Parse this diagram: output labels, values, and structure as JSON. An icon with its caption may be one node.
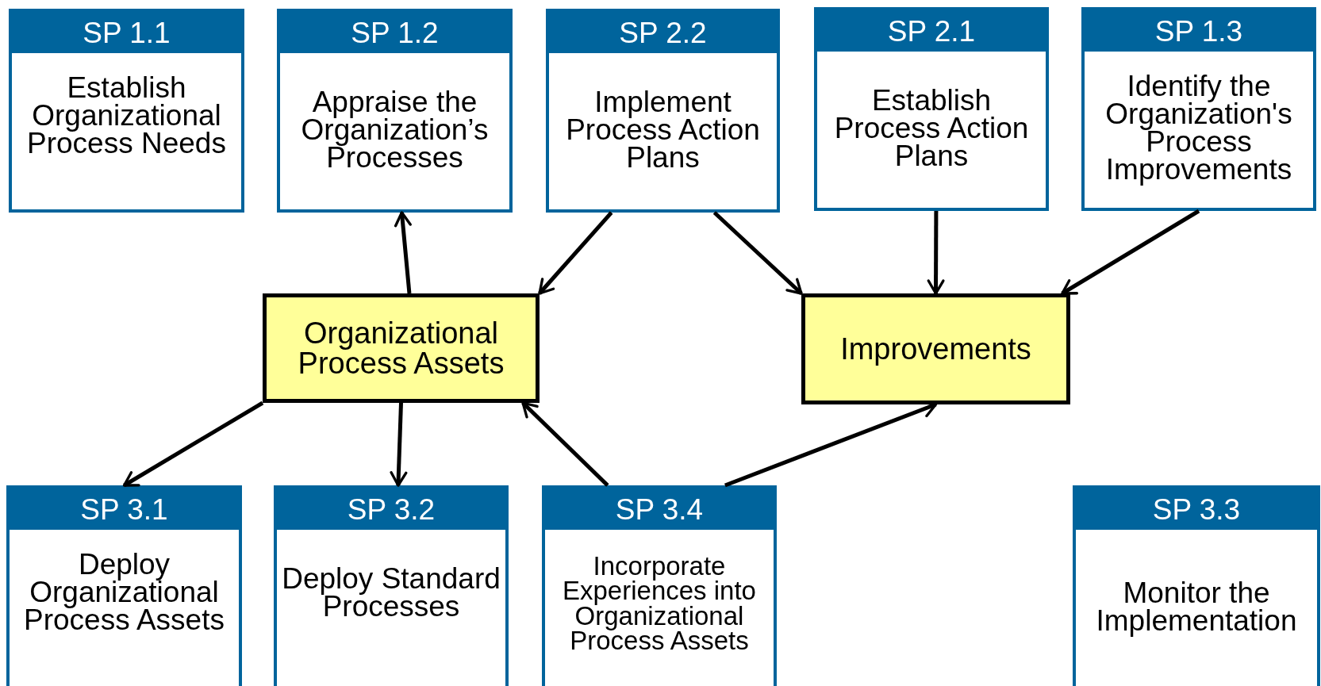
{
  "diagram": {
    "nodes": [
      {
        "text": [
          "SP 1.1",
          "Establish Organizational Process Needs"
        ]
      },
      {
        "text": [
          "SP 1.2",
          "Appraise the Organization’s Processes"
        ]
      },
      {
        "text": [
          "SP 2.2",
          "Implement Process Action Plans"
        ]
      },
      {
        "text": [
          "SP 2.1",
          "Establish Process Action Plans"
        ]
      },
      {
        "text": [
          "SP 1.3",
          "Identify the Organization's Process Improvements"
        ]
      },
      {
        "text": [
          "Organizational Process Assets"
        ]
      },
      {
        "text": [
          "Improvements"
        ]
      },
      {
        "text": [
          "SP 3.1",
          "Deploy Organizational Process Assets"
        ]
      },
      {
        "text": [
          "SP 3.2",
          "Deploy Standard Processes"
        ]
      },
      {
        "text": [
          "SP 3.4",
          "Incorporate Experiences into Organizational Process Assets"
        ]
      },
      {
        "text": [
          "SP 3.3",
          "Monitor the Implementation"
        ]
      }
    ],
    "edges": [
      {
        "from": 5,
        "to": 1,
        "arrow": "to"
      },
      {
        "from": 2,
        "to": 5,
        "arrow": "to"
      },
      {
        "from": 2,
        "to": 6,
        "arrow": "to"
      },
      {
        "from": 3,
        "to": 6,
        "arrow": "to"
      },
      {
        "from": 4,
        "to": 6,
        "arrow": "to"
      },
      {
        "from": 5,
        "to": 7,
        "arrow": "to"
      },
      {
        "from": 5,
        "to": 8,
        "arrow": "to"
      },
      {
        "from": 9,
        "to": 5,
        "arrow": "to"
      },
      {
        "from": 9,
        "to": 6,
        "arrow": "to"
      }
    ]
  }
}
